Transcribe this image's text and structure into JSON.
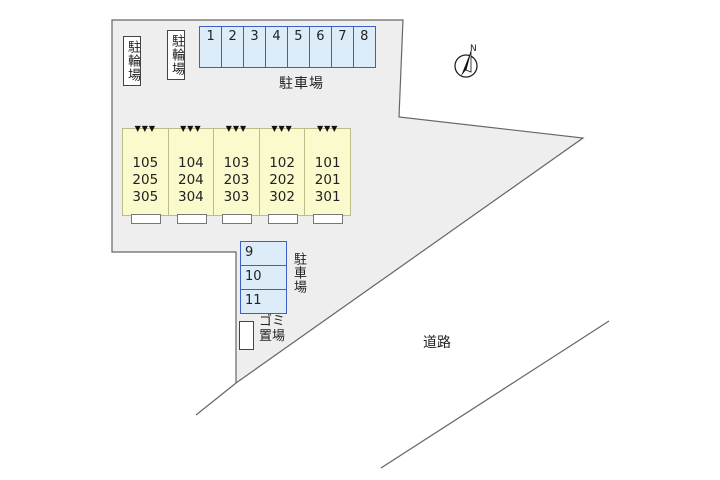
{
  "compass": {
    "label": "N"
  },
  "bicycle_parking": [
    {
      "label": "駐輪場"
    },
    {
      "label": "駐輪場"
    }
  ],
  "parking_top": {
    "label": "駐車場",
    "spaces": [
      "1",
      "2",
      "3",
      "4",
      "5",
      "6",
      "7",
      "8"
    ]
  },
  "parking_side": {
    "label": "駐車場",
    "spaces": [
      "9",
      "10",
      "11"
    ]
  },
  "garbage": {
    "label": "ゴミ置場"
  },
  "road": {
    "label": "道路"
  },
  "units": [
    {
      "rooms": [
        "105",
        "205",
        "305"
      ]
    },
    {
      "rooms": [
        "104",
        "204",
        "304"
      ]
    },
    {
      "rooms": [
        "103",
        "203",
        "303"
      ]
    },
    {
      "rooms": [
        "102",
        "202",
        "302"
      ]
    },
    {
      "rooms": [
        "101",
        "201",
        "301"
      ]
    }
  ],
  "colors": {
    "lot": "#eeeeee",
    "building": "#fafacd",
    "parking_fill": "#dcecf8",
    "parking_border": "#3f5fc6"
  }
}
